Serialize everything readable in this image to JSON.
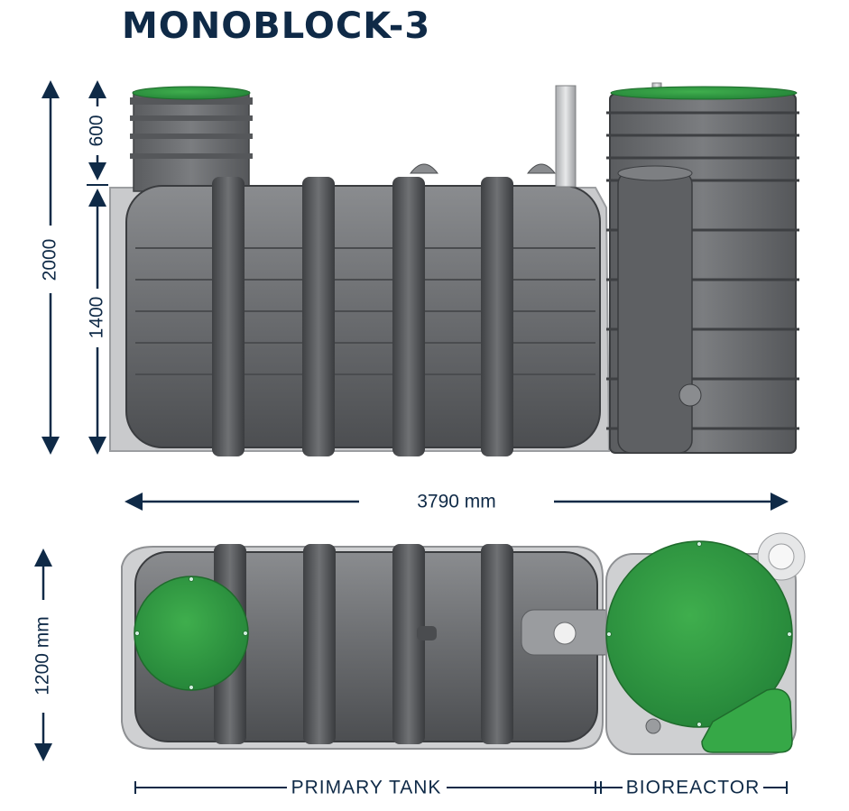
{
  "title": "MONOBLOCK-3",
  "dimensions": {
    "total_height": "2000",
    "riser_height": "600",
    "tank_height": "1400",
    "total_length": "3790 mm",
    "width": "1200 mm"
  },
  "sections": {
    "primary": "PRIMARY TANK",
    "bioreactor": "BIOREACTOR"
  },
  "colors": {
    "navy": "#0f2a47",
    "tank_gray": "#6d6f72",
    "lid_green": "#2e9a3f"
  }
}
